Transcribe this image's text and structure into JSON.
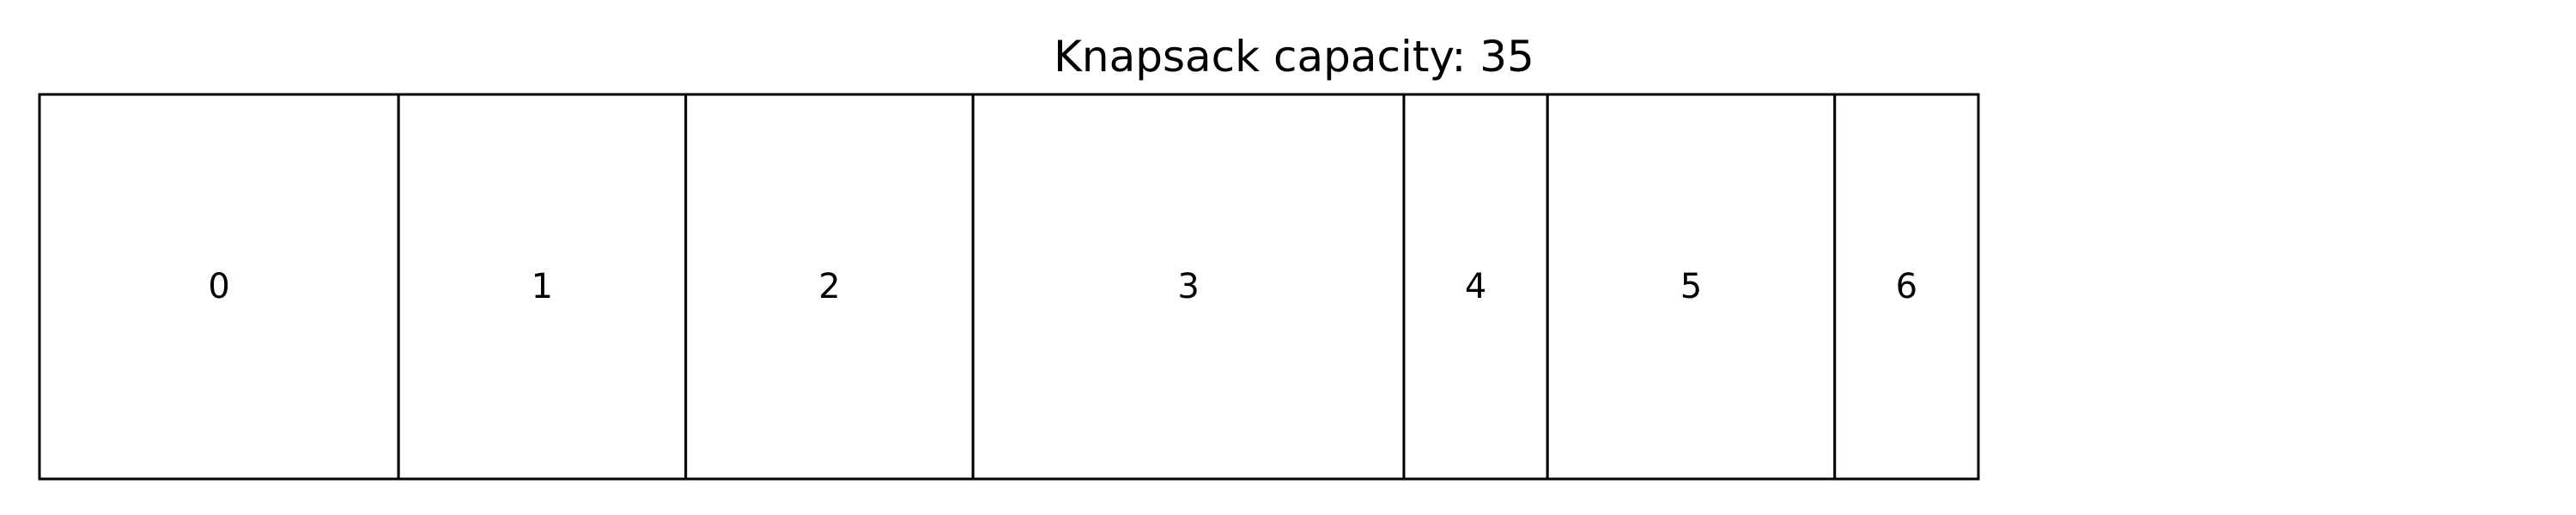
{
  "title": "Knapsack capacity: 35",
  "capacity": 35,
  "items": [
    {
      "label": "0",
      "size": 5
    },
    {
      "label": "1",
      "size": 4
    },
    {
      "label": "2",
      "size": 4
    },
    {
      "label": "3",
      "size": 6
    },
    {
      "label": "4",
      "size": 2
    },
    {
      "label": "5",
      "size": 4
    },
    {
      "label": "6",
      "size": 2
    }
  ]
}
